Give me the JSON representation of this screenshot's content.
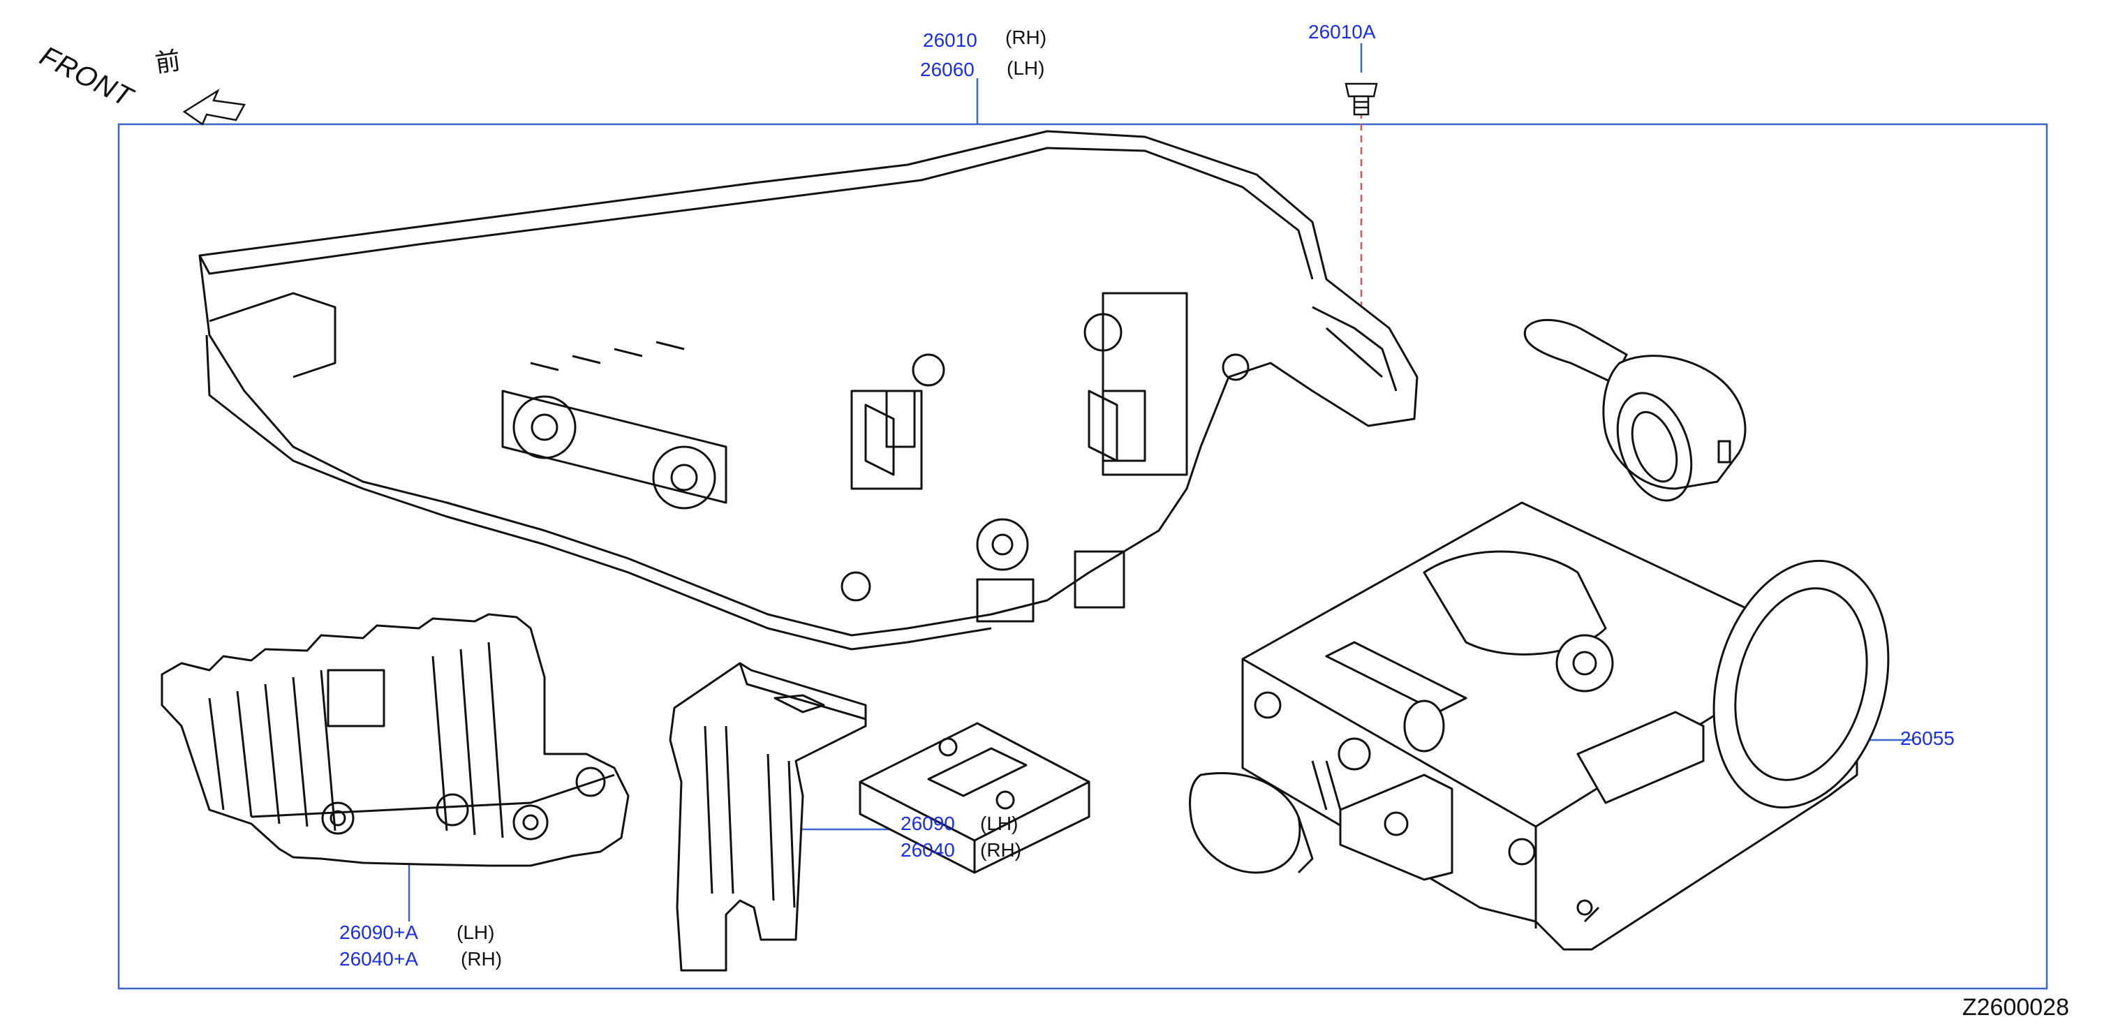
{
  "diagram": {
    "front_label": "FRONT",
    "front_kanji": "前",
    "drawing_number": "Z2600028",
    "colors": {
      "part_number": "#1a2ee6",
      "frame": "#3a66c8",
      "line": "#111111",
      "dash": "#e05060"
    },
    "callouts": {
      "headlamp_rh": {
        "part": "26010",
        "side": "(RH)"
      },
      "headlamp_lh": {
        "part": "26060",
        "side": "(LH)"
      },
      "screw": {
        "part": "26010A"
      },
      "bulb_socket": {
        "part": "26055"
      },
      "bracket_lh": {
        "part": "26090",
        "side": "(LH)"
      },
      "bracket_rh": {
        "part": "26040",
        "side": "(RH)"
      },
      "cover_lh": {
        "part": "26090+A",
        "side": "(LH)"
      },
      "cover_rh": {
        "part": "26040+A",
        "side": "(RH)"
      }
    }
  }
}
